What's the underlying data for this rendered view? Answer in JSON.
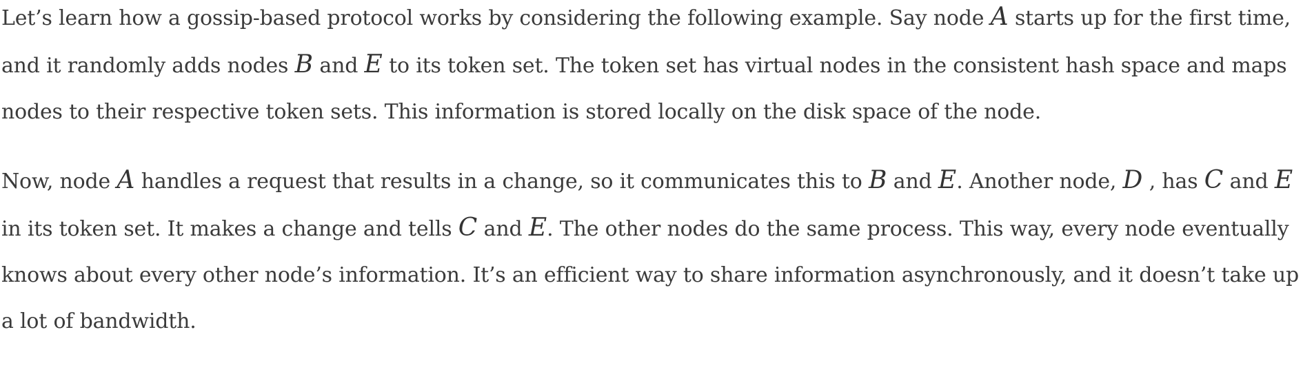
{
  "paragraphs": [
    {
      "segments": [
        {
          "type": "text",
          "value": "Let’s learn how a gossip-based protocol works by considering the following example. Say node "
        },
        {
          "type": "math",
          "value": "A"
        },
        {
          "type": "text",
          "value": " starts up for the first time, and it randomly adds nodes "
        },
        {
          "type": "math",
          "value": "B"
        },
        {
          "type": "text",
          "value": " and "
        },
        {
          "type": "math",
          "value": "E"
        },
        {
          "type": "text",
          "value": " to its token set. The token set has virtual nodes in the consistent hash space and maps nodes to their respective token sets. This information is stored locally on the disk space of the node."
        }
      ]
    },
    {
      "segments": [
        {
          "type": "text",
          "value": "Now, node "
        },
        {
          "type": "math",
          "value": "A"
        },
        {
          "type": "text",
          "value": " handles a request that results in a change, so it communicates this to "
        },
        {
          "type": "math",
          "value": "B"
        },
        {
          "type": "text",
          "value": " and "
        },
        {
          "type": "math",
          "value": "E"
        },
        {
          "type": "text",
          "value": ". Another node, "
        },
        {
          "type": "math",
          "value": "D"
        },
        {
          "type": "text",
          "value": " , has "
        },
        {
          "type": "math",
          "value": "C"
        },
        {
          "type": "text",
          "value": " and "
        },
        {
          "type": "math",
          "value": "E"
        },
        {
          "type": "text",
          "value": " in its token set. It makes a change and tells "
        },
        {
          "type": "math",
          "value": "C"
        },
        {
          "type": "text",
          "value": " and "
        },
        {
          "type": "math",
          "value": "E"
        },
        {
          "type": "text",
          "value": ". The other nodes do the same process. This way, every node eventually knows about every other node’s information. It’s an efficient way to share information asynchronously, and it doesn’t take up a lot of bandwidth."
        }
      ]
    }
  ]
}
